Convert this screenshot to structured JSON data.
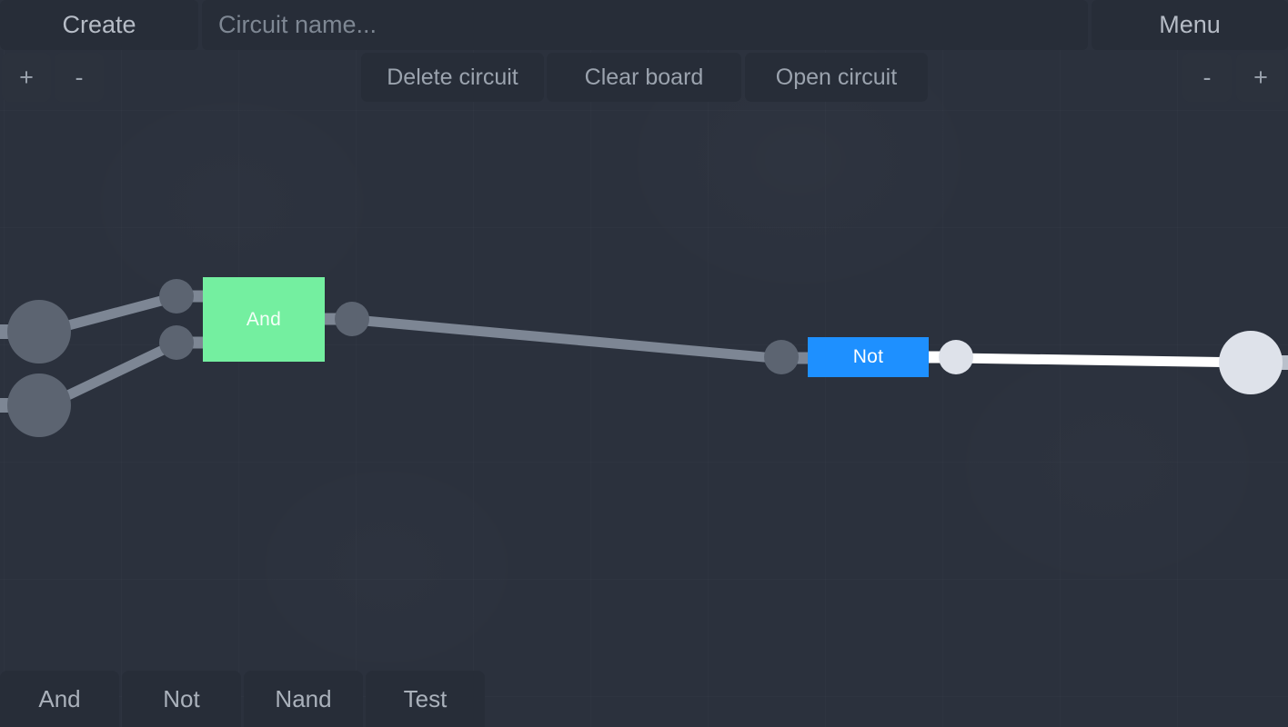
{
  "app": {
    "background_color": "#2b313d"
  },
  "topbar": {
    "create_label": "Create",
    "menu_label": "Menu",
    "circuit_name_value": "",
    "circuit_name_placeholder": "Circuit name..."
  },
  "toolbar": {
    "zoom_in_label": "+",
    "zoom_out_label": "-",
    "delete_circuit_label": "Delete circuit",
    "clear_board_label": "Clear board",
    "open_circuit_label": "Open circuit",
    "scale_down_label": "-",
    "scale_up_label": "+"
  },
  "palette": {
    "items": [
      {
        "label": "And"
      },
      {
        "label": "Not"
      },
      {
        "label": "Nand"
      },
      {
        "label": "Test"
      }
    ]
  },
  "board": {
    "gates": [
      {
        "label": "And",
        "color": "#74efa0",
        "state": "off"
      },
      {
        "label": "Not",
        "color": "#1e90ff",
        "state": "off"
      }
    ],
    "colors": {
      "node_off": "#5c6471",
      "node_on": "#dee2ea",
      "wire_off": "#7d8694",
      "wire_on": "#ffffff",
      "and_gate": "#74efa0",
      "not_gate": "#1e90ff"
    }
  }
}
